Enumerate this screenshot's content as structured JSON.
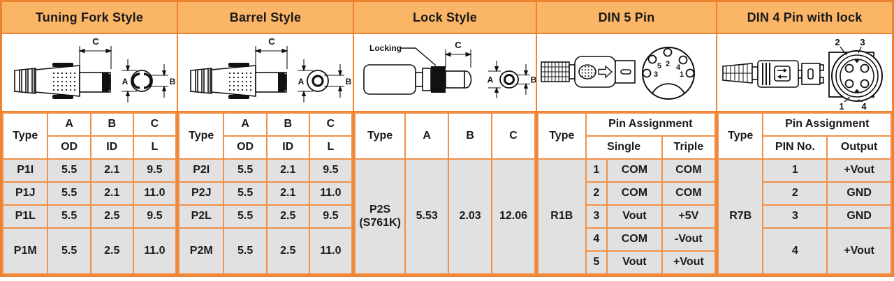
{
  "colors": {
    "header_bg": "#FAB566",
    "border": "#EE8230",
    "row_bg": "#E1E1E1"
  },
  "panels": [
    {
      "title": "Tuning Fork Style",
      "diagram": {
        "c": "C",
        "a": "A",
        "b": "B"
      },
      "header": {
        "type": "Type",
        "a": "A",
        "b": "B",
        "c": "C",
        "a_sub": "OD",
        "b_sub": "ID",
        "c_sub": "L"
      },
      "rows": [
        {
          "type": "P1I",
          "a": "5.5",
          "b": "2.1",
          "c": "9.5"
        },
        {
          "type": "P1J",
          "a": "5.5",
          "b": "2.1",
          "c": "11.0"
        },
        {
          "type": "P1L",
          "a": "5.5",
          "b": "2.5",
          "c": "9.5"
        },
        {
          "type": "P1M",
          "a": "5.5",
          "b": "2.5",
          "c": "11.0"
        }
      ]
    },
    {
      "title": "Barrel Style",
      "diagram": {
        "c": "C",
        "a": "A",
        "b": "B"
      },
      "header": {
        "type": "Type",
        "a": "A",
        "b": "B",
        "c": "C",
        "a_sub": "OD",
        "b_sub": "ID",
        "c_sub": "L"
      },
      "rows": [
        {
          "type": "P2I",
          "a": "5.5",
          "b": "2.1",
          "c": "9.5"
        },
        {
          "type": "P2J",
          "a": "5.5",
          "b": "2.1",
          "c": "11.0"
        },
        {
          "type": "P2L",
          "a": "5.5",
          "b": "2.5",
          "c": "9.5"
        },
        {
          "type": "P2M",
          "a": "5.5",
          "b": "2.5",
          "c": "11.0"
        }
      ]
    },
    {
      "title": "Lock Style",
      "diagram": {
        "locking": "Locking",
        "c": "C",
        "a": "A",
        "b": "B"
      },
      "header": {
        "type": "Type",
        "a": "A",
        "b": "B",
        "c": "C"
      },
      "row": {
        "type1": "P2S",
        "type2": "(S761K)",
        "a": "5.53",
        "b": "2.03",
        "c": "12.06"
      }
    },
    {
      "title": "DIN 5 Pin",
      "diagram": {
        "p5": "5",
        "p2": "2",
        "p4": "4",
        "p3": "3",
        "p1": "1"
      },
      "header": {
        "type": "Type",
        "pin_assignment": "Pin Assignment",
        "single": "Single",
        "triple": "Triple"
      },
      "type_value": "R1B",
      "rows": [
        {
          "pin": "1",
          "single": "COM",
          "triple": "COM"
        },
        {
          "pin": "2",
          "single": "COM",
          "triple": "COM"
        },
        {
          "pin": "3",
          "single": "Vout",
          "triple": "+5V"
        },
        {
          "pin": "4",
          "single": "COM",
          "triple": "-Vout"
        },
        {
          "pin": "5",
          "single": "Vout",
          "triple": "+Vout"
        }
      ]
    },
    {
      "title": "DIN 4 Pin with lock",
      "diagram": {
        "p2": "2",
        "p3": "3",
        "p1": "1",
        "p4": "4"
      },
      "header": {
        "type": "Type",
        "pin_assignment": "Pin Assignment",
        "pin_no": "PIN No.",
        "output": "Output"
      },
      "type_value": "R7B",
      "rows": [
        {
          "pin": "1",
          "output": "+Vout"
        },
        {
          "pin": "2",
          "output": "GND"
        },
        {
          "pin": "3",
          "output": "GND"
        },
        {
          "pin": "4",
          "output": "+Vout"
        }
      ]
    }
  ]
}
